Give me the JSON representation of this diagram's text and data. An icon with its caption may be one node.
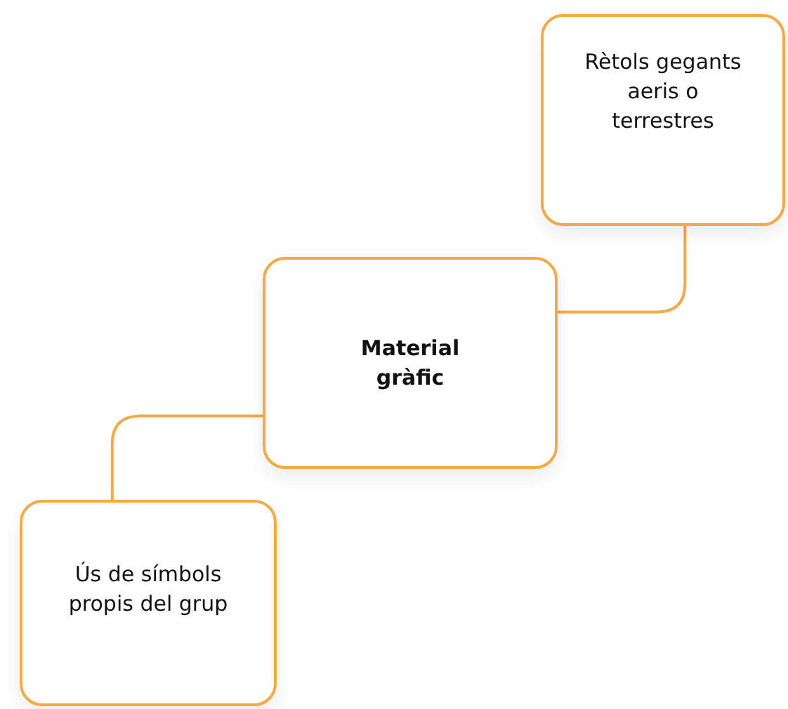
{
  "diagram": {
    "nodes": [
      {
        "text": [
          "Rètols gegants aeris o terrestres"
        ]
      },
      {
        "text": [
          "Material gràfic"
        ]
      },
      {
        "text": [
          "Ús de símbols propis del grup"
        ]
      }
    ],
    "edges": [
      {
        "from": 1,
        "to": 0,
        "arrow": "none"
      },
      {
        "from": 1,
        "to": 2,
        "arrow": "none"
      }
    ]
  }
}
